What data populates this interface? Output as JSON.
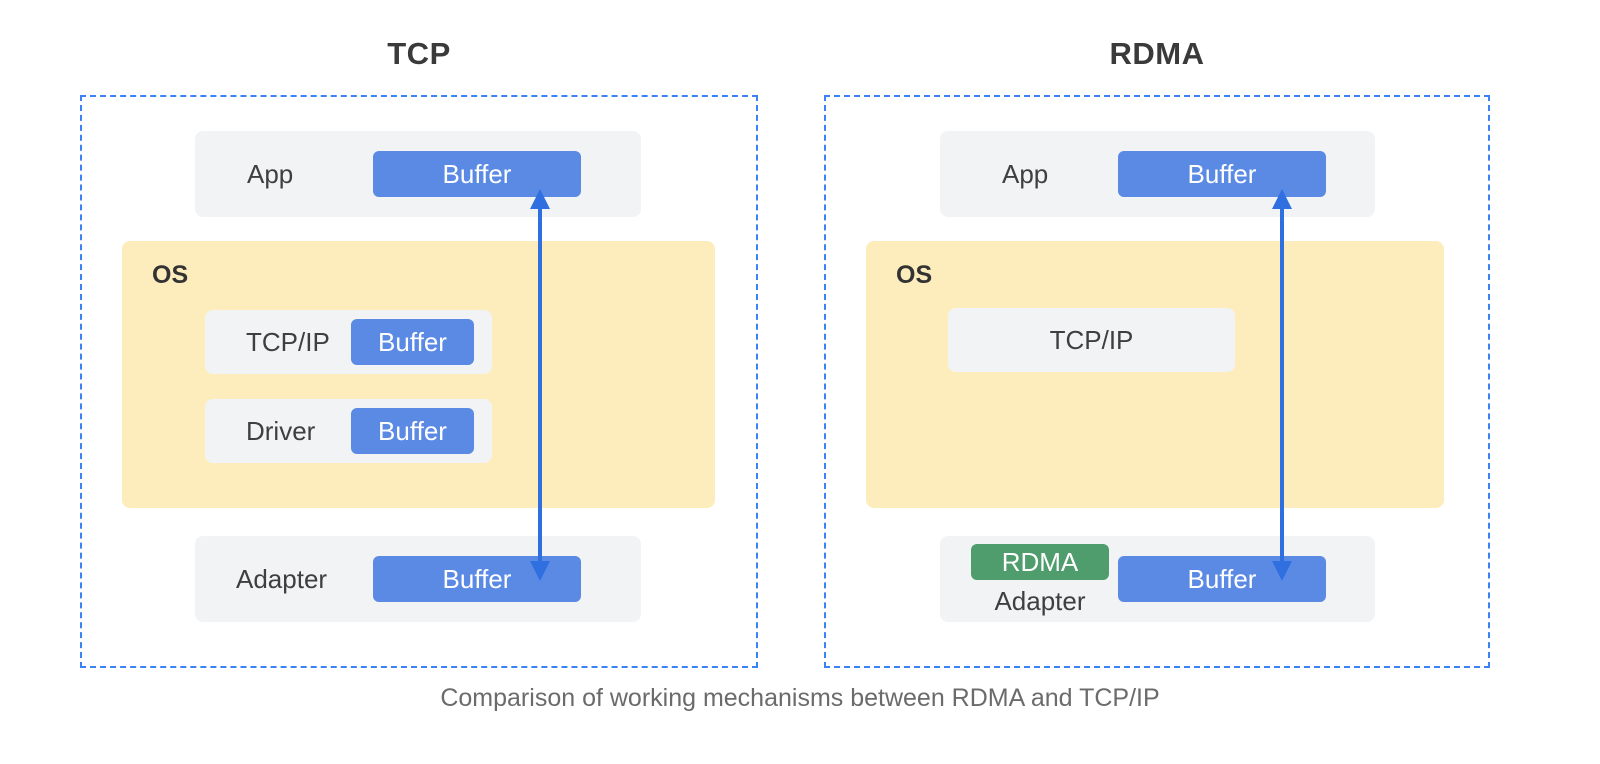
{
  "caption": "Comparison of working mechanisms between RDMA and TCP/IP",
  "colors": {
    "accent_blue": "#3b82f6",
    "buffer_blue": "#5b8ae5",
    "os_yellow": "#fdedbd",
    "layer_grey": "#f2f3f4",
    "rdma_green": "#4f9c6d",
    "text_dark": "#3f3f3f",
    "caption_grey": "#6b6b6b"
  },
  "panels": {
    "tcp": {
      "title": "TCP",
      "app": {
        "label": "App",
        "buffer": "Buffer"
      },
      "os": {
        "label": "OS",
        "layers": [
          {
            "label": "TCP/IP",
            "buffer": "Buffer"
          },
          {
            "label": "Driver",
            "buffer": "Buffer"
          }
        ]
      },
      "adapter": {
        "label": "Adapter",
        "buffer": "Buffer"
      },
      "arrow": {
        "direction": "bidirectional",
        "from": "adapter-buffer",
        "to": "app-buffer"
      }
    },
    "rdma": {
      "title": "RDMA",
      "app": {
        "label": "App",
        "buffer": "Buffer"
      },
      "os": {
        "label": "OS",
        "layers": [
          {
            "label": "TCP/IP",
            "buffer": null
          }
        ]
      },
      "adapter": {
        "badge": "RDMA",
        "label": "Adapter",
        "buffer": "Buffer"
      },
      "arrow": {
        "direction": "bidirectional",
        "from": "adapter-buffer",
        "to": "app-buffer"
      }
    }
  }
}
